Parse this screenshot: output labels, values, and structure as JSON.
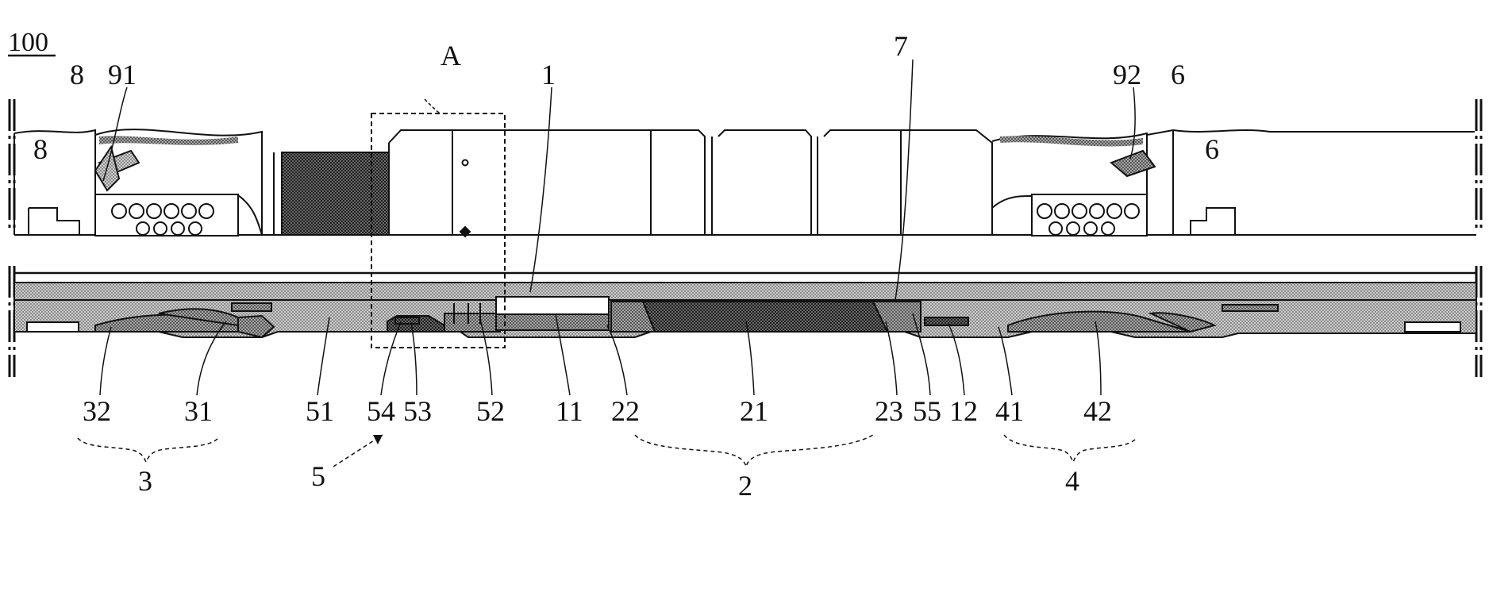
{
  "figure": {
    "number": "100",
    "detail_marker": "A"
  },
  "labels": {
    "top": {
      "l8": "8",
      "l91": "91",
      "l1": "1",
      "l7": "7",
      "l92": "92",
      "l6": "6"
    },
    "bottom": {
      "l32": "32",
      "l31": "31",
      "l51": "51",
      "l54": "54",
      "l53": "53",
      "l52": "52",
      "l11": "11",
      "l22": "22",
      "l21": "21",
      "l23": "23",
      "l55": "55",
      "l12": "12",
      "l41": "41",
      "l42": "42"
    },
    "groups": {
      "g3": "3",
      "g5": "5",
      "g2": "2",
      "g4": "4"
    }
  },
  "colors": {
    "line": "#1a1a1a",
    "hatch_light": "#bdbdbd",
    "hatch_mid": "#9a9a9a",
    "hatch_dark": "#3c3c3c",
    "cut_fill": "#d0d0d0"
  }
}
